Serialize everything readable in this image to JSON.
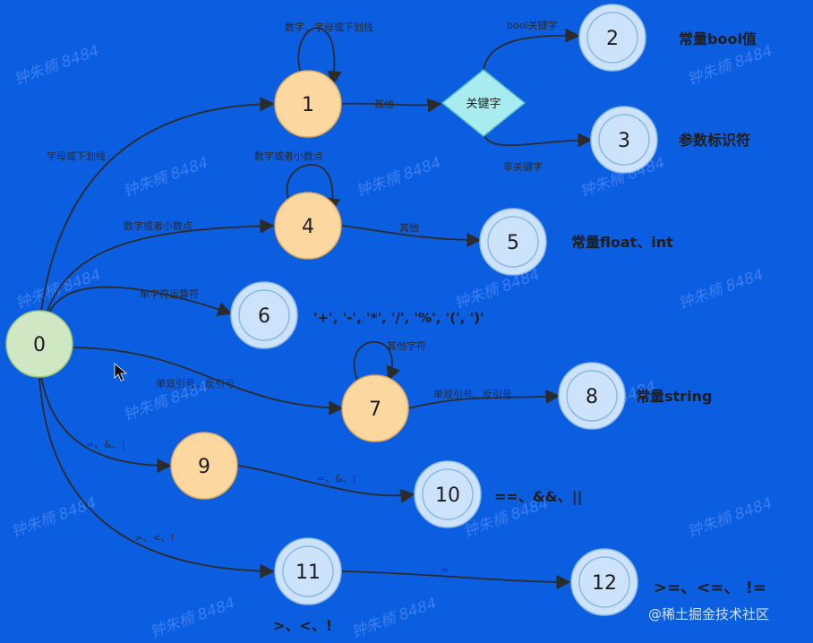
{
  "colors": {
    "background": "#0b5ee0",
    "start_fill": "#cfe7c2",
    "start_stroke": "#8fc07a",
    "mid_fill": "#fdd7a0",
    "mid_stroke": "#d9a65a",
    "final_fill": "#cde3fb",
    "final_stroke": "#8bb8ea",
    "decision_fill": "#a9ecf0",
    "decision_stroke": "#58bcc7",
    "edge": "#2b2b2b"
  },
  "watermark": "钟朱楠 8484",
  "credit": "@稀土掘金技术社区",
  "decision": {
    "label": "关键字"
  },
  "nodes": {
    "n0": "0",
    "n1": "1",
    "n2": "2",
    "n3": "3",
    "n4": "4",
    "n5": "5",
    "n6": "6",
    "n7": "7",
    "n8": "8",
    "n9": "9",
    "n10": "10",
    "n11": "11",
    "n12": "12"
  },
  "edges": {
    "e0_1": "字母或下划线",
    "e1_1": "数字、字母或下划线",
    "e1_d": "其他",
    "ed_2": "bool关键字",
    "ed_3": "非关键字",
    "e0_4": "数字或者小数点",
    "e4_4": "数字或者小数点",
    "e4_5": "其他",
    "e0_6": "单字符运算符",
    "e0_7": "单双引号、反引号",
    "e7_7": "其他字符",
    "e7_8": "单双引号、反引号",
    "e0_9": "=、&、|",
    "e9_10": "=、&、|",
    "e0_11": ">、<、!",
    "e11_12": "="
  },
  "side_labels": {
    "s2": "常量bool值",
    "s3": "参数标识符",
    "s5": "常量float、int",
    "s6": "'+', '-', '*', '/', '%', '(', ')'",
    "s8": "常量string",
    "s10": "==、&&、||",
    "s11": ">、<、!",
    "s12": ">=、<=、 !="
  }
}
